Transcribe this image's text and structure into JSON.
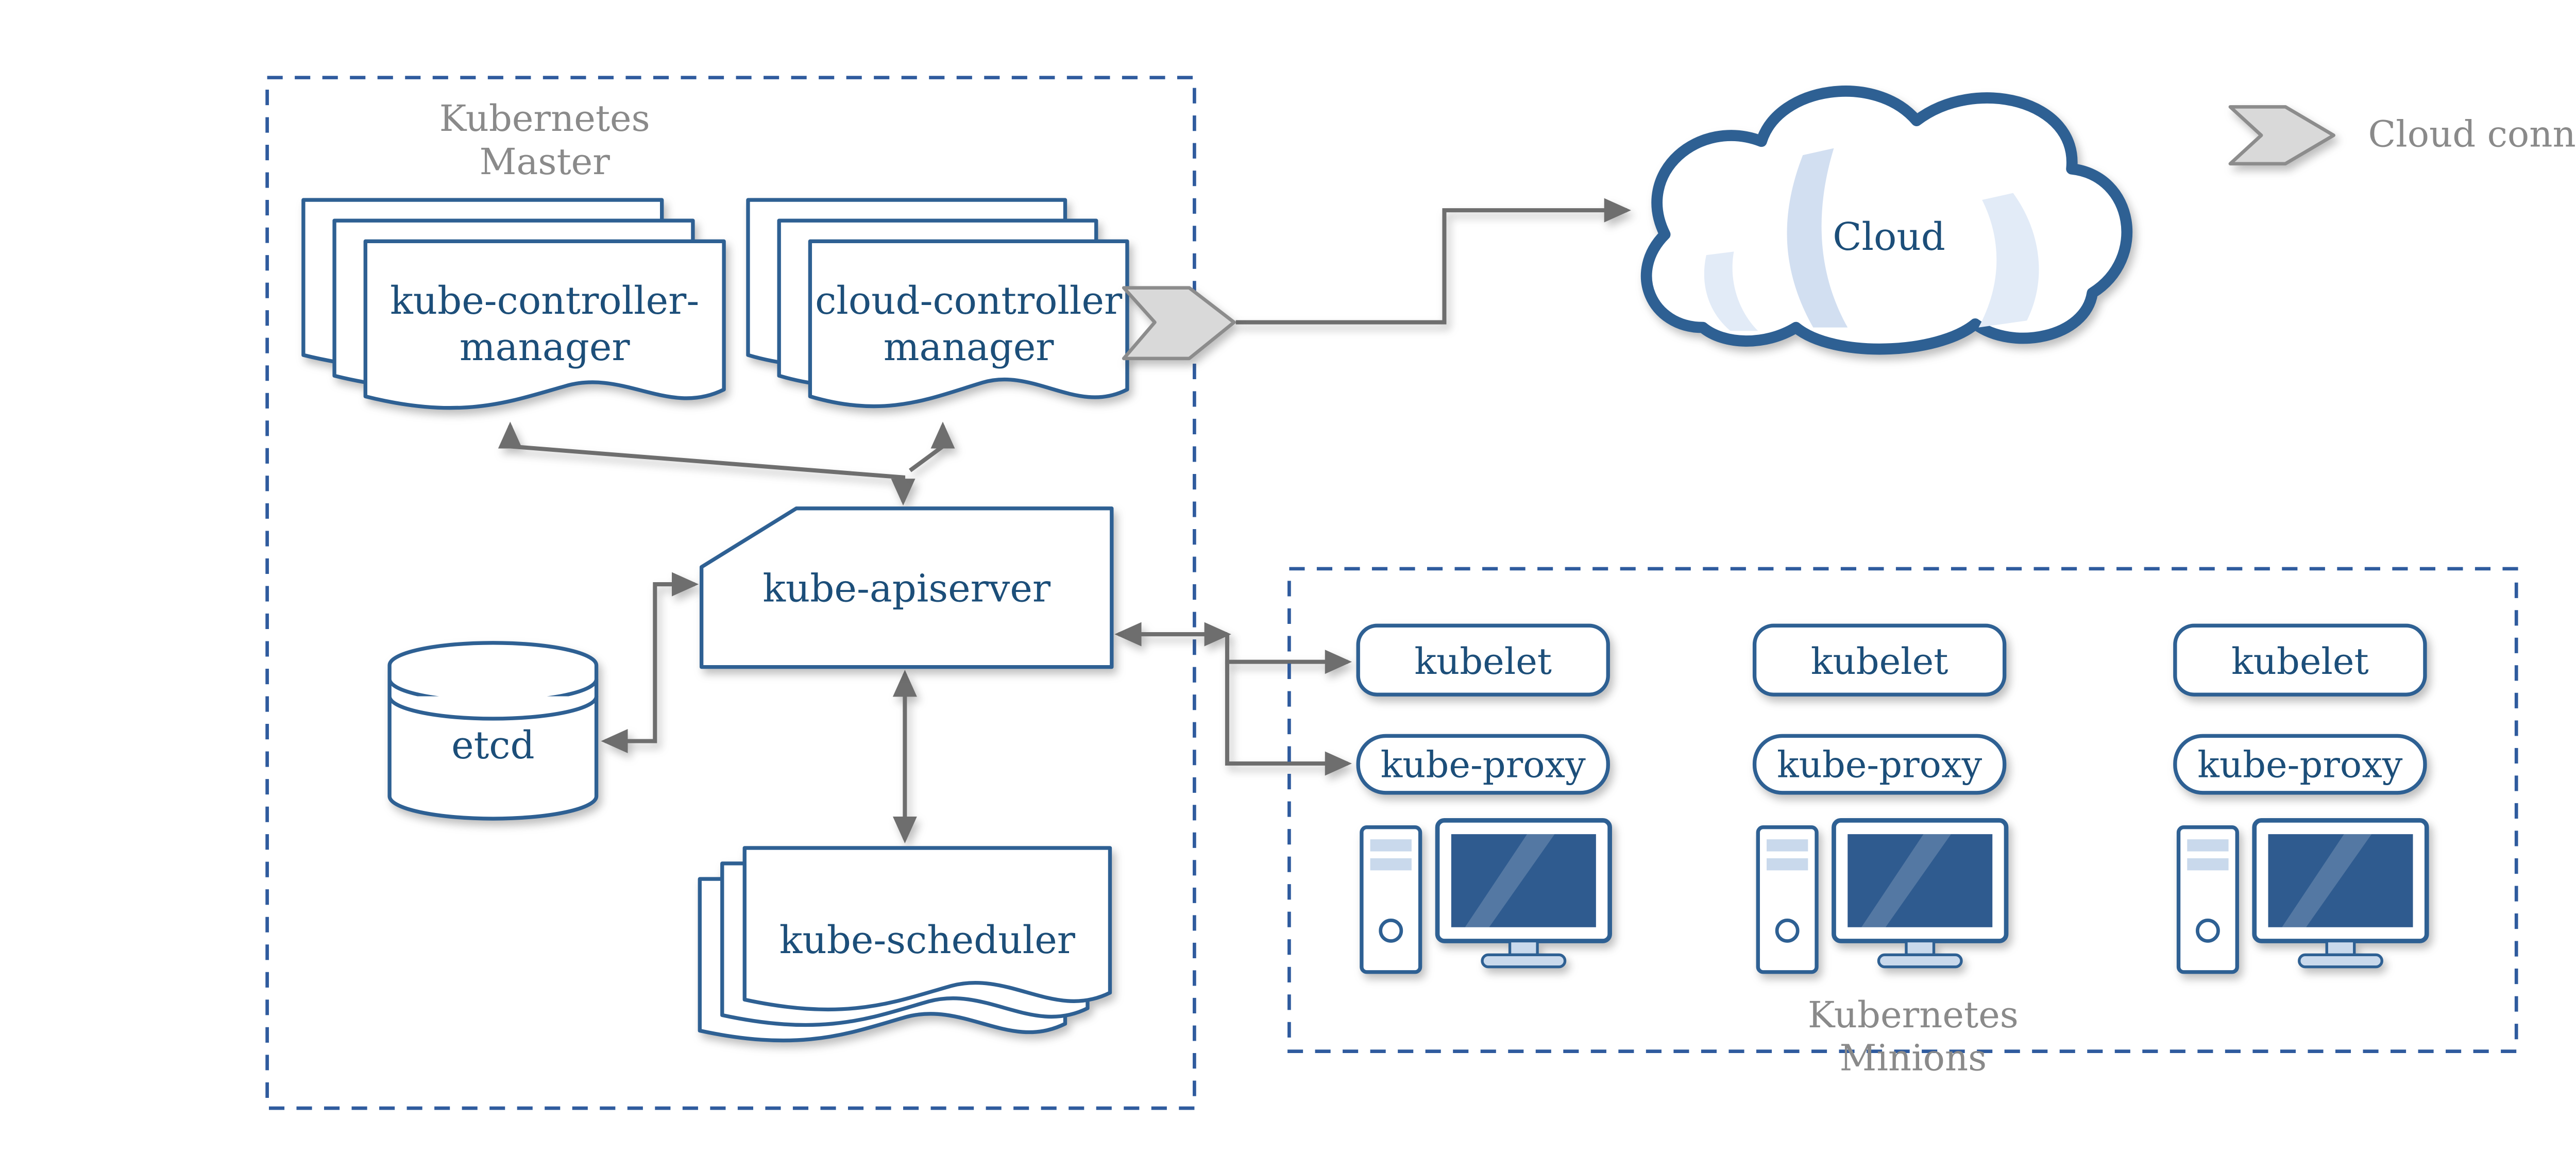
{
  "colors": {
    "shape_stroke": "#2E6093",
    "text_blue": "#1C4E79",
    "muted_text": "#8A8A8A",
    "arrow_grey": "#6E6E6E",
    "screen_blue": "#2F5B8F",
    "light_blue": "#C9D9EC",
    "connector_fill": "#D9D9D9",
    "dashed_border": "#2F5B9E"
  },
  "master": {
    "title_line1": "Kubernetes",
    "title_line2": "Master",
    "nodes": {
      "kube_controller_manager": {
        "line1": "kube-controller-",
        "line2": "manager"
      },
      "cloud_controller_manager": {
        "line1": "cloud-controller",
        "line2": "manager"
      },
      "kube_apiserver": {
        "label": "kube-apiserver"
      },
      "etcd": {
        "label": "etcd"
      },
      "kube_scheduler": {
        "label": "kube-scheduler"
      }
    }
  },
  "cloud": {
    "label": "Cloud"
  },
  "legend": {
    "cloud_connector": "Cloud connector"
  },
  "minions": {
    "title_line1": "Kubernetes",
    "title_line2": "Minions",
    "nodes": [
      {
        "kubelet": "kubelet",
        "kube_proxy": "kube-proxy"
      },
      {
        "kubelet": "kubelet",
        "kube_proxy": "kube-proxy"
      },
      {
        "kubelet": "kubelet",
        "kube_proxy": "kube-proxy"
      }
    ]
  }
}
